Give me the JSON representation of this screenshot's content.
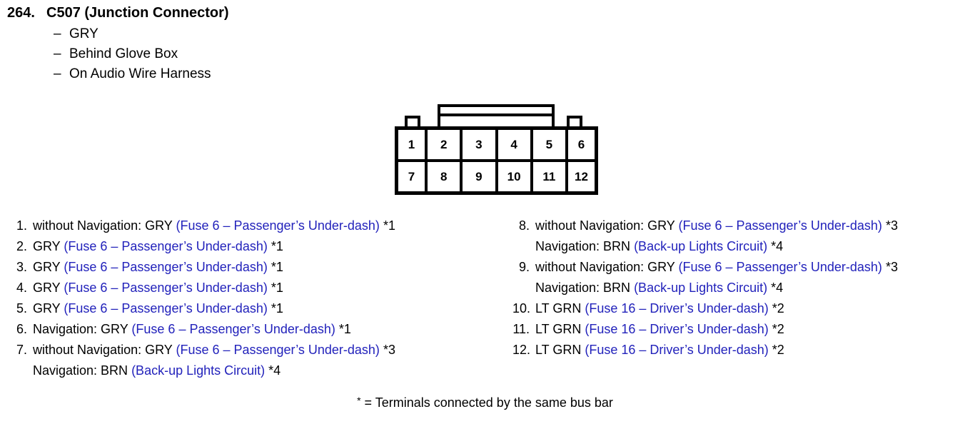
{
  "header": {
    "number": "264.",
    "title": "C507 (Junction Connector)",
    "bullets": [
      "GRY",
      "Behind Glove Box",
      "On Audio Wire Harness"
    ],
    "dash": "–"
  },
  "connector": {
    "top_row": [
      "1",
      "2",
      "3",
      "4",
      "5",
      "6"
    ],
    "bottom_row": [
      "7",
      "8",
      "9",
      "10",
      "11",
      "12"
    ]
  },
  "terminals_left": [
    {
      "num": "1.",
      "lines": [
        {
          "pre": "without Navigation: GRY ",
          "circuit": "(Fuse 6 – Passenger’s Under-dash)",
          "post": " *1"
        }
      ]
    },
    {
      "num": "2.",
      "lines": [
        {
          "pre": "GRY ",
          "circuit": "(Fuse 6 – Passenger’s Under-dash)",
          "post": " *1"
        }
      ]
    },
    {
      "num": "3.",
      "lines": [
        {
          "pre": "GRY ",
          "circuit": "(Fuse 6 – Passenger’s Under-dash)",
          "post": " *1"
        }
      ]
    },
    {
      "num": "4.",
      "lines": [
        {
          "pre": "GRY ",
          "circuit": "(Fuse 6 – Passenger’s Under-dash)",
          "post": " *1"
        }
      ]
    },
    {
      "num": "5.",
      "lines": [
        {
          "pre": "GRY ",
          "circuit": "(Fuse 6 – Passenger’s Under-dash)",
          "post": " *1"
        }
      ]
    },
    {
      "num": "6.",
      "lines": [
        {
          "pre": "Navigation: GRY ",
          "circuit": "(Fuse 6 – Passenger’s Under-dash)",
          "post": " *1"
        }
      ]
    },
    {
      "num": "7.",
      "lines": [
        {
          "pre": "without Navigation: GRY ",
          "circuit": "(Fuse 6 – Passenger’s Under-dash)",
          "post": " *3"
        },
        {
          "pre": "Navigation: BRN ",
          "circuit": "(Back-up Lights Circuit)",
          "post": " *4"
        }
      ]
    }
  ],
  "terminals_right": [
    {
      "num": "8.",
      "lines": [
        {
          "pre": "without Navigation: GRY ",
          "circuit": "(Fuse 6 – Passenger’s Under-dash)",
          "post": " *3"
        },
        {
          "pre": "Navigation: BRN ",
          "circuit": "(Back-up Lights Circuit)",
          "post": " *4"
        }
      ]
    },
    {
      "num": "9.",
      "lines": [
        {
          "pre": "without Navigation: GRY ",
          "circuit": "(Fuse 6 – Passenger’s Under-dash)",
          "post": " *3"
        },
        {
          "pre": "Navigation: BRN ",
          "circuit": "(Back-up Lights Circuit)",
          "post": " *4"
        }
      ]
    },
    {
      "num": "10.",
      "lines": [
        {
          "pre": "LT GRN ",
          "circuit": "(Fuse 16 – Driver’s Under-dash)",
          "post": " *2"
        }
      ]
    },
    {
      "num": "11.",
      "lines": [
        {
          "pre": "LT GRN ",
          "circuit": "(Fuse 16 – Driver’s Under-dash)",
          "post": " *2"
        }
      ]
    },
    {
      "num": "12.",
      "lines": [
        {
          "pre": "LT GRN ",
          "circuit": "(Fuse 16 – Driver’s Under-dash)",
          "post": " *2"
        }
      ]
    }
  ],
  "footnote": {
    "star": "*",
    "text": " = Terminals connected by the same bus bar"
  },
  "colors": {
    "circuit_blue": "#2222bb",
    "text_black": "#000000"
  }
}
